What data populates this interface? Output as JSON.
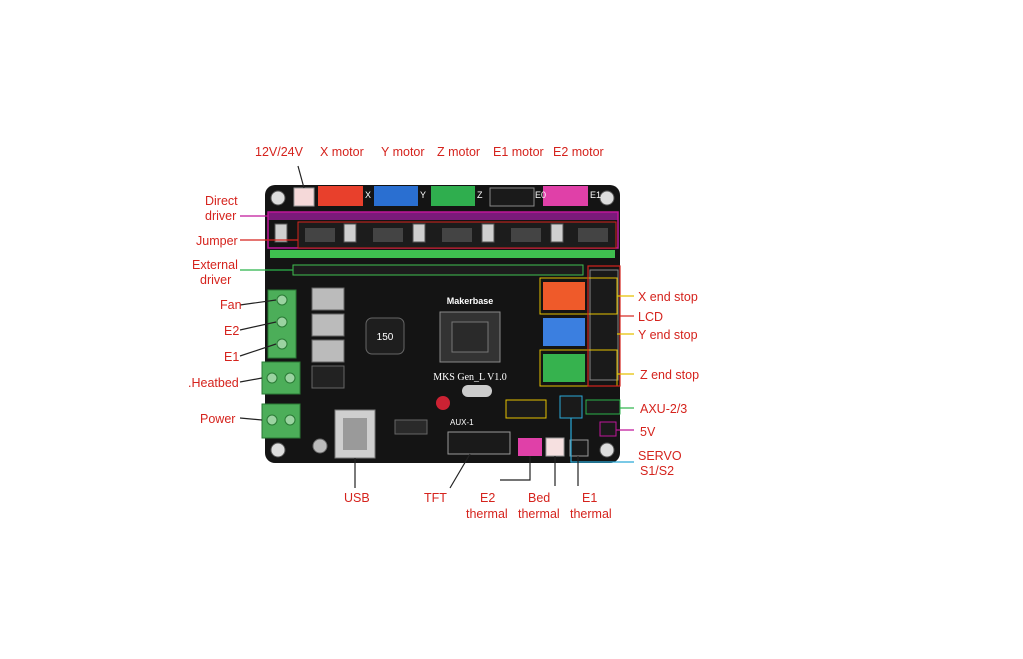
{
  "labels": {
    "v12_24": "12V/24V",
    "x_motor": "X motor",
    "y_motor": "Y motor",
    "z_motor": "Z motor",
    "e1_motor": "E1 motor",
    "e2_motor": "E2 motor",
    "direct_driver_1": "Direct",
    "direct_driver_2": "driver",
    "jumper": "Jumper",
    "external_driver_1": "External",
    "external_driver_2": "driver",
    "fan": "Fan",
    "e2": "E2",
    "e1": "E1",
    "heatbed": ".Heatbed",
    "power": "Power",
    "x_end_stop": "X end stop",
    "lcd": "LCD",
    "y_end_stop": "Y end stop",
    "z_end_stop": "Z end stop",
    "axu": "AXU-2/3",
    "v5": "5V",
    "servo_1": "SERVO",
    "servo_2": "S1/S2",
    "usb": "USB",
    "tft": "TFT",
    "e2_thermal_1": "E2",
    "e2_thermal_2": "thermal",
    "bed_thermal_1": "Bed",
    "bed_thermal_2": "thermal",
    "e1_thermal_1": "E1",
    "e1_thermal_2": "thermal"
  },
  "board": {
    "brand": "Makerbase",
    "model": "MKS  Gen_L V1.0",
    "aux1": "AUX-1",
    "inductor": "150",
    "axis_marks": [
      "X",
      "Y",
      "Z",
      "E0",
      "E1"
    ]
  },
  "colors": {
    "label_red": "#d5231d",
    "leader_green": "#2bb34a",
    "leader_magenta": "#c0169a",
    "leader_yellow": "#e5c100",
    "leader_cyan": "#2aa9d8",
    "pcb": "#121212",
    "header_green": "#3fbf4f",
    "x_connector": "#e8402c",
    "y_connector": "#2a6fd1",
    "z_connector": "#2fae4e",
    "e2_connector": "#e040a8"
  }
}
